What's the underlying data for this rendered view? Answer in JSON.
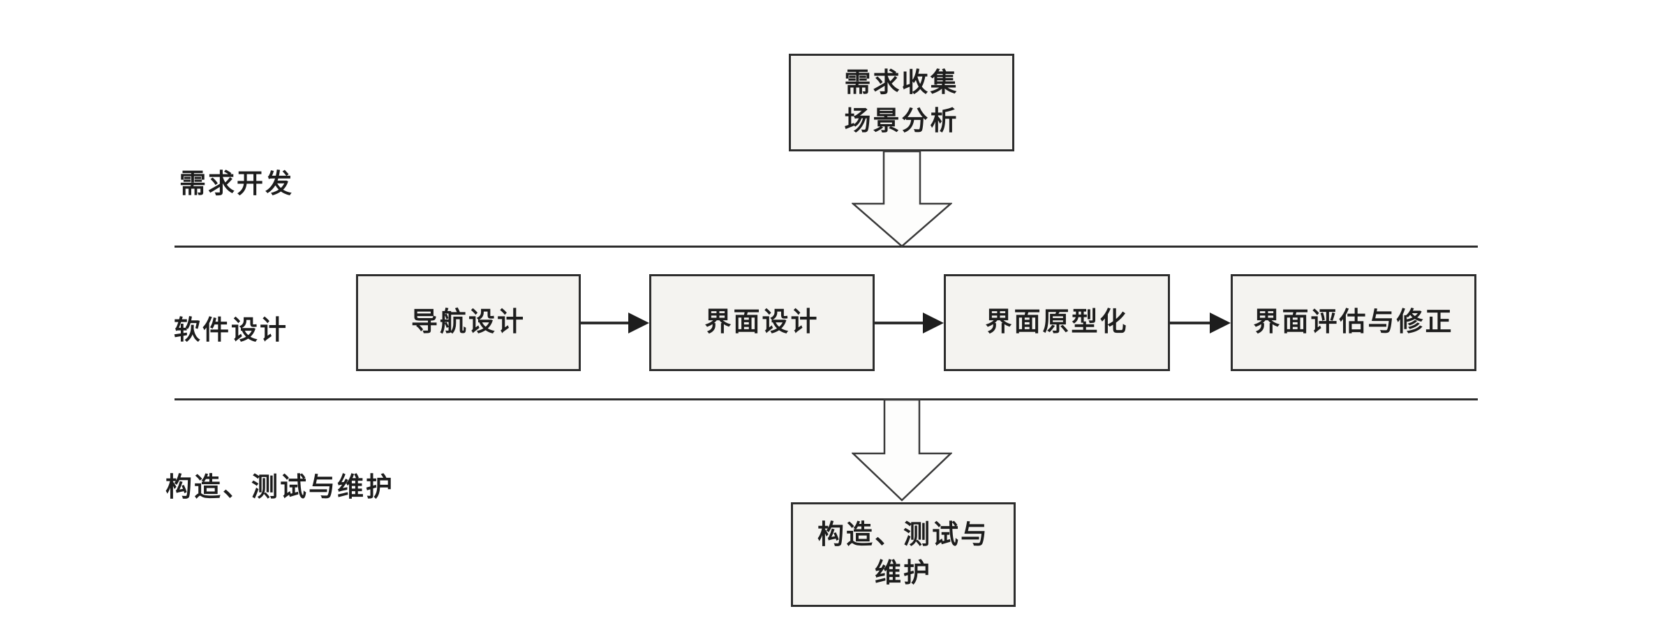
{
  "diagram": {
    "description": "UI design process flowchart with three phases",
    "phases": {
      "requirements_label": "需求开发",
      "design_label": "软件设计",
      "construction_label": "构造、测试与维护"
    },
    "nodes": {
      "requirements_box": {
        "line1": "需求收集",
        "line2": "场景分析"
      },
      "design_boxes": [
        {
          "label": "导航设计"
        },
        {
          "label": "界面设计"
        },
        {
          "label": "界面原型化"
        },
        {
          "label": "界面评估与修正"
        }
      ],
      "construction_box": {
        "line1": "构造、测试与",
        "line2": "维护"
      }
    },
    "colors": {
      "background": "#ffffff",
      "line": "#2d2d2d",
      "box_fill": "#f4f3f0",
      "text": "#1d1d1d",
      "arrow_fill": "#fdfdfc"
    }
  }
}
